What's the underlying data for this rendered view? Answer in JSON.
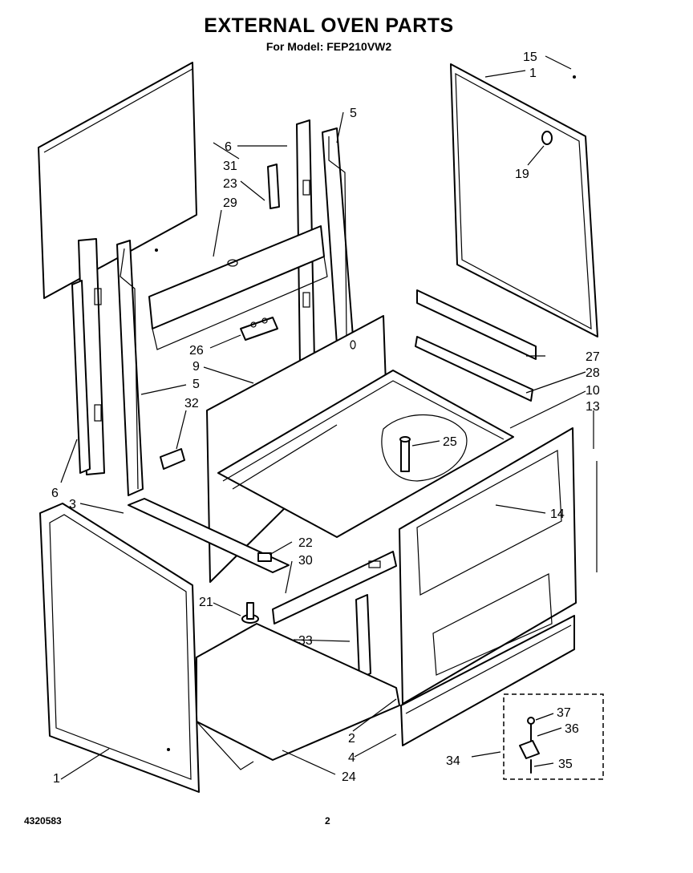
{
  "header": {
    "title": "EXTERNAL OVEN PARTS",
    "subtitle": "For Model: FEP210VW2"
  },
  "footer": {
    "doc_number": "4320583",
    "page_number": "2"
  },
  "callouts": {
    "c1a": "1",
    "c1b": "1",
    "c2": "2",
    "c3": "3",
    "c4": "4",
    "c5a": "5",
    "c5b": "5",
    "c6a": "6",
    "c6b": "6",
    "c9": "9",
    "c10": "10",
    "c13": "13",
    "c14": "14",
    "c15": "15",
    "c19": "19",
    "c21": "21",
    "c22": "22",
    "c23": "23",
    "c24": "24",
    "c25": "25",
    "c26": "26",
    "c27": "27",
    "c28": "28",
    "c29": "29",
    "c30": "30",
    "c31": "31",
    "c32": "32",
    "c33": "33",
    "c34": "34",
    "c35": "35",
    "c36": "36",
    "c37": "37"
  }
}
